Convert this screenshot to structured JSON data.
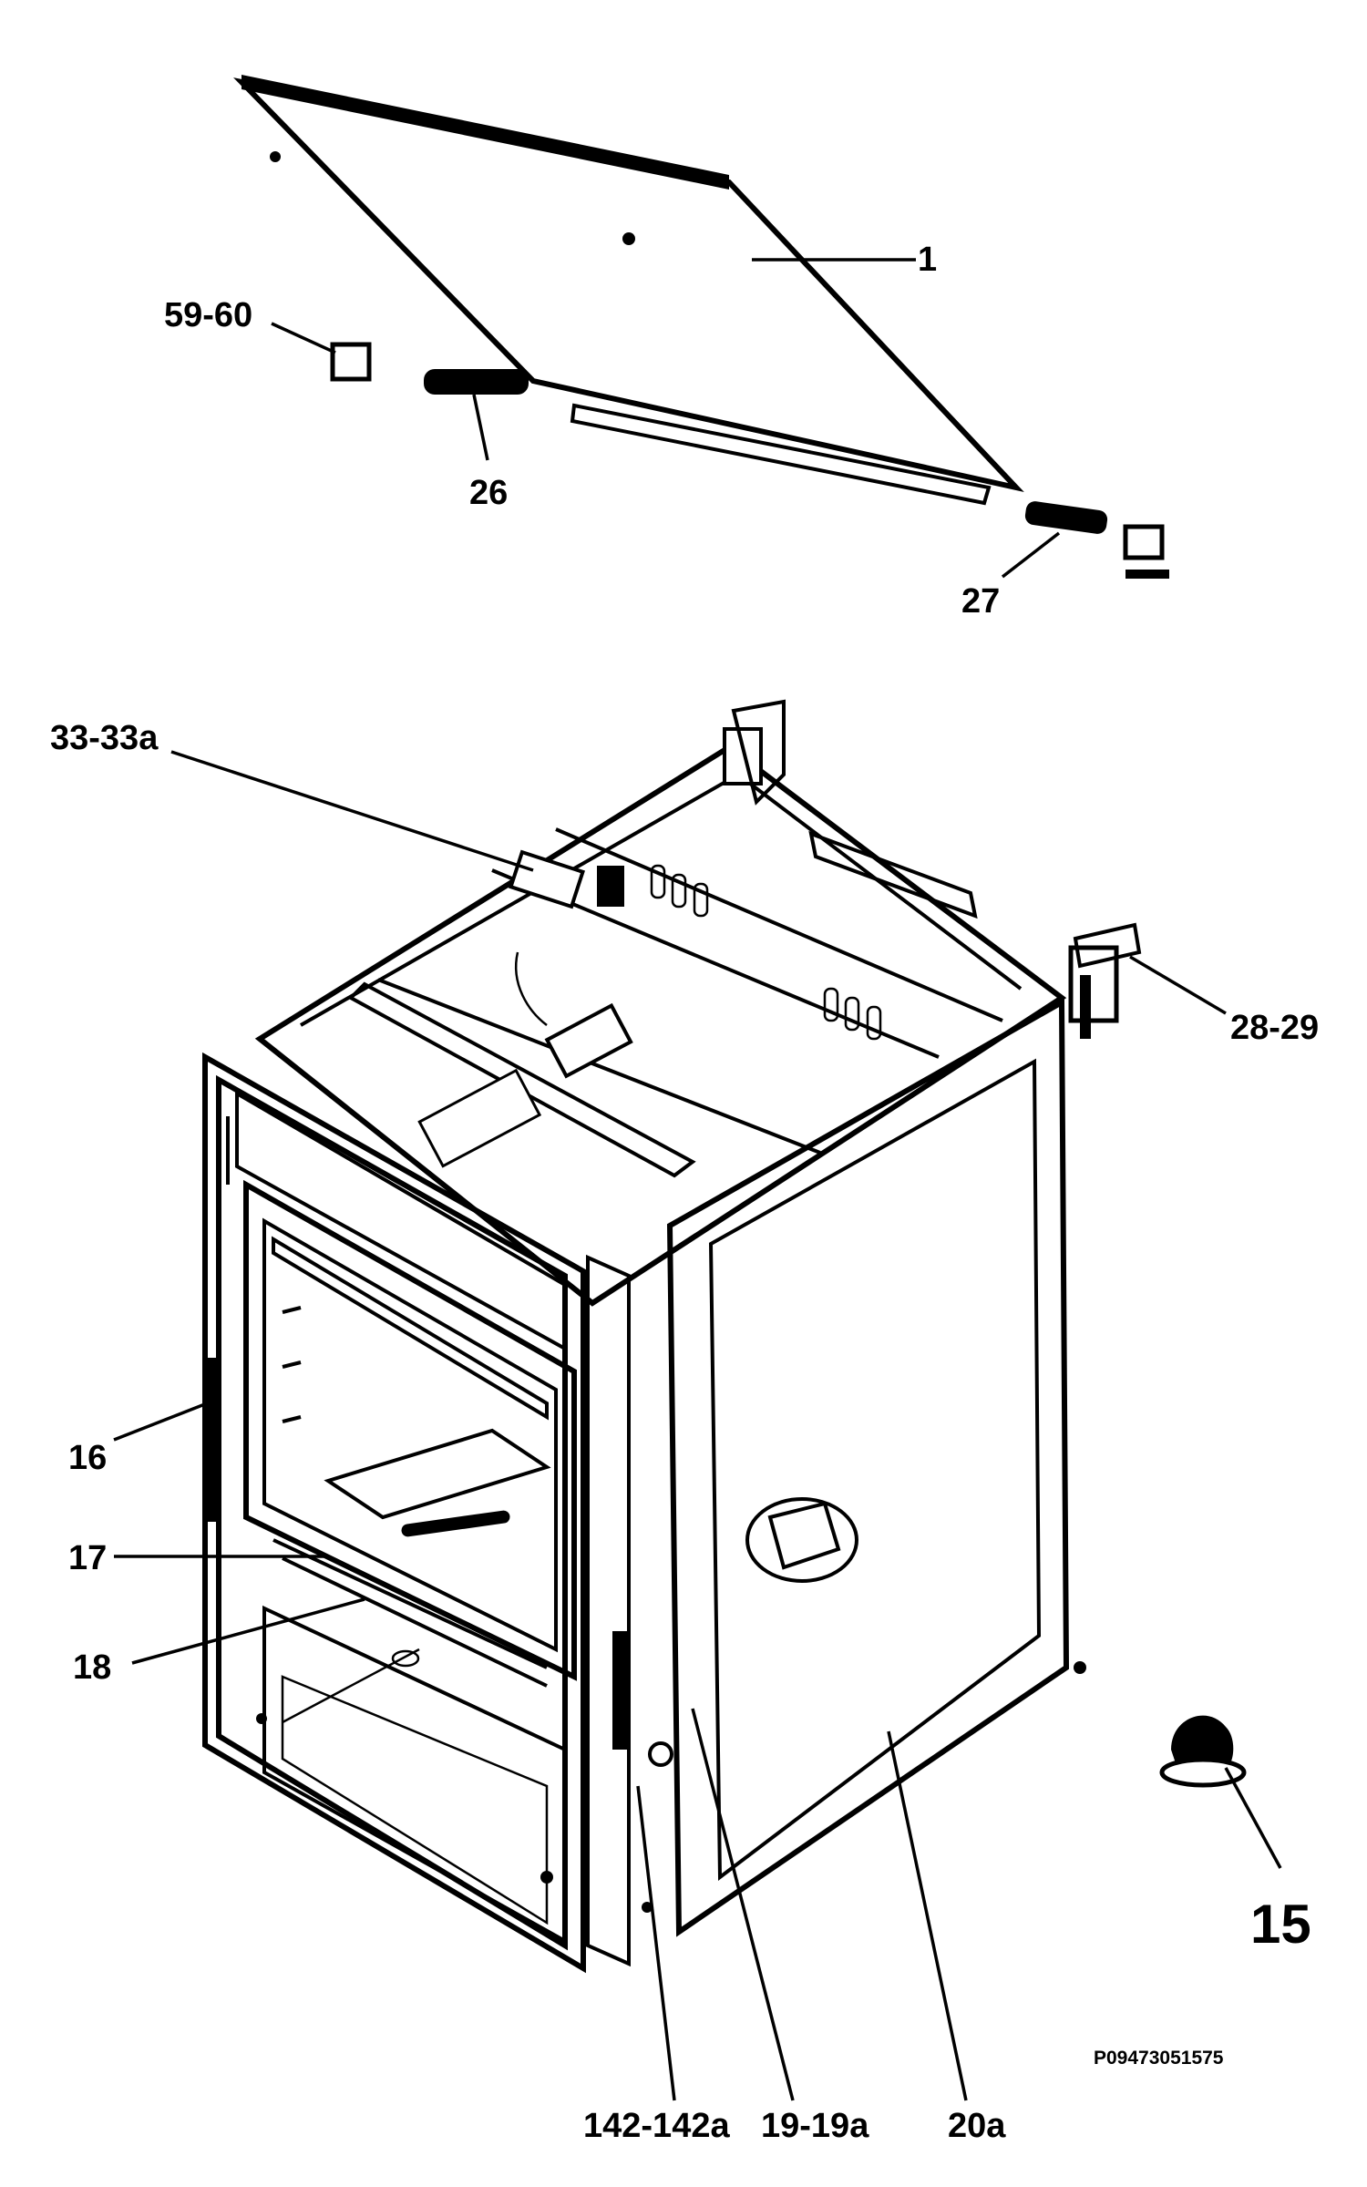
{
  "labels": {
    "p1": "1",
    "p59_60": "59-60",
    "p26": "26",
    "p27": "27",
    "p33_33a": "33-33a",
    "p28_29": "28-29",
    "p16": "16",
    "p17": "17",
    "p18": "18",
    "p15": "15",
    "p142_142a": "142-142a",
    "p19_19a": "19-19a",
    "p20a": "20a"
  },
  "document_number": "P09473051575"
}
